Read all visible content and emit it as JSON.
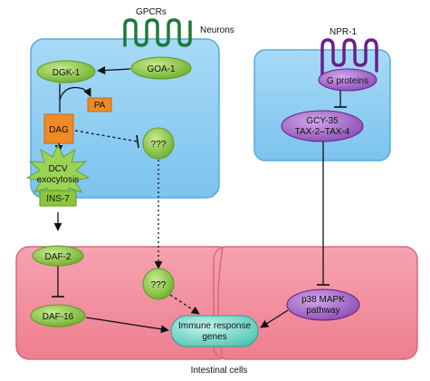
{
  "labels": {
    "gpcrs": "GPCRs",
    "neurons": "Neurons",
    "npr1": "NPR-1",
    "dgk1": "DGK-1",
    "goa1": "GOA-1",
    "pa": "PA",
    "dag": "DAG",
    "unknown_neuron": "???",
    "dcv_line1": "DCV",
    "dcv_line2": "exocytosis",
    "ins7": "INS-7",
    "g_proteins": "G proteins",
    "gcy35_line1": "GCY-35",
    "gcy35_line2": "TAX-2–TAX-4",
    "daf2": "DAF-2",
    "daf16": "DAF-16",
    "unknown_intestine": "???",
    "immune_line1": "Immune response",
    "immune_line2": "genes",
    "p38_line1": "p38 MAPK",
    "p38_line2": "pathway",
    "intestinal_cells": "Intestinal cells"
  },
  "colors": {
    "neuron_fill": "#8fcdf2",
    "neuron_stroke": "#5aa9dc",
    "intestine_fill": "#f08a9a",
    "intestine_stroke": "#d9687c",
    "green_node": "#8cc63f",
    "green_node_dark": "#5e9a22",
    "orange_node": "#f08a24",
    "purple_node": "#9b5fc0",
    "teal_node": "#5fcfc0",
    "receptor_green": "#1d7a3a",
    "receptor_purple": "#6a1f8a"
  }
}
